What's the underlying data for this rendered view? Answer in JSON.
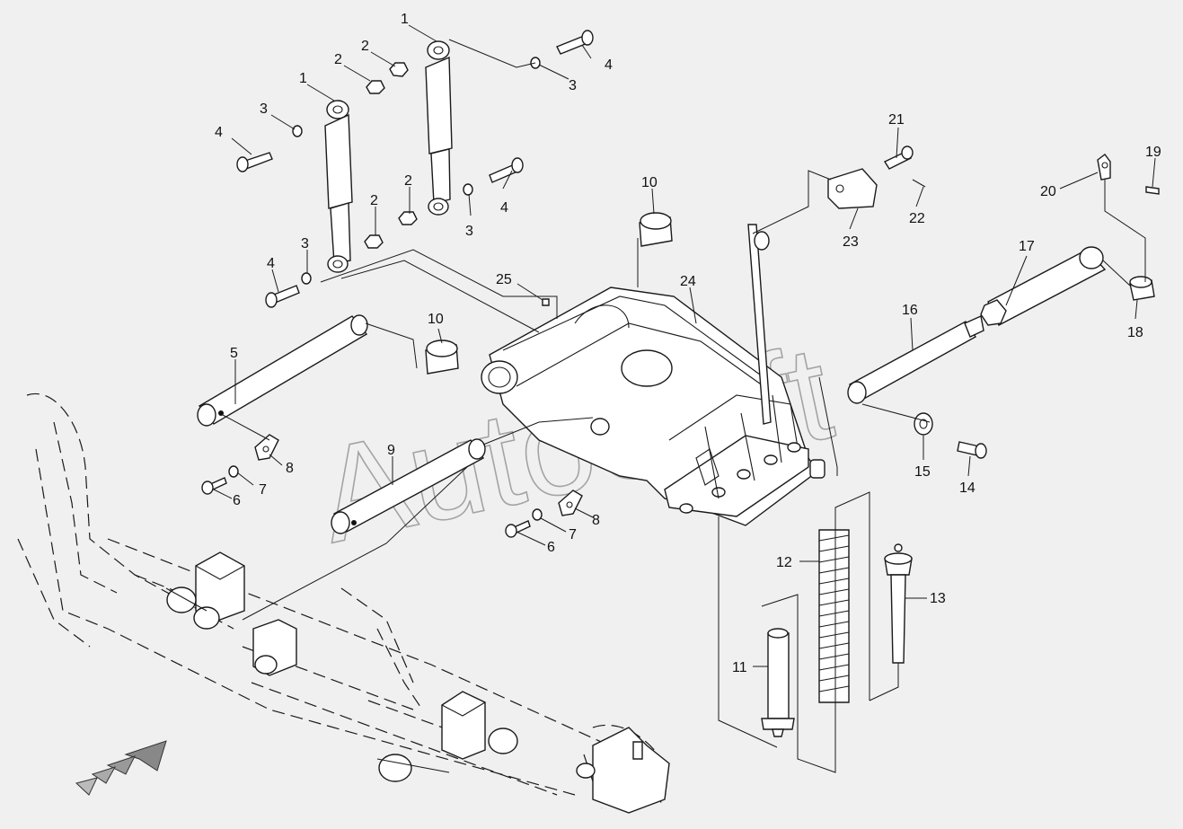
{
  "watermark": "AutoSoft",
  "callouts": [
    {
      "id": "c-1a",
      "text": "1"
    },
    {
      "id": "c-1b",
      "text": "1"
    },
    {
      "id": "c-2a",
      "text": "2"
    },
    {
      "id": "c-2b",
      "text": "2"
    },
    {
      "id": "c-2c",
      "text": "2"
    },
    {
      "id": "c-2d",
      "text": "2"
    },
    {
      "id": "c-3a",
      "text": "3"
    },
    {
      "id": "c-3b",
      "text": "3"
    },
    {
      "id": "c-3c",
      "text": "3"
    },
    {
      "id": "c-3d",
      "text": "3"
    },
    {
      "id": "c-4a",
      "text": "4"
    },
    {
      "id": "c-4b",
      "text": "4"
    },
    {
      "id": "c-4c",
      "text": "4"
    },
    {
      "id": "c-4d",
      "text": "4"
    },
    {
      "id": "c-5",
      "text": "5"
    },
    {
      "id": "c-6a",
      "text": "6"
    },
    {
      "id": "c-6b",
      "text": "6"
    },
    {
      "id": "c-7a",
      "text": "7"
    },
    {
      "id": "c-7b",
      "text": "7"
    },
    {
      "id": "c-8a",
      "text": "8"
    },
    {
      "id": "c-8b",
      "text": "8"
    },
    {
      "id": "c-9",
      "text": "9"
    },
    {
      "id": "c-10a",
      "text": "10"
    },
    {
      "id": "c-10b",
      "text": "10"
    },
    {
      "id": "c-11",
      "text": "11"
    },
    {
      "id": "c-12",
      "text": "12"
    },
    {
      "id": "c-13",
      "text": "13"
    },
    {
      "id": "c-14",
      "text": "14"
    },
    {
      "id": "c-15",
      "text": "15"
    },
    {
      "id": "c-16",
      "text": "16"
    },
    {
      "id": "c-17",
      "text": "17"
    },
    {
      "id": "c-18",
      "text": "18"
    },
    {
      "id": "c-19",
      "text": "19"
    },
    {
      "id": "c-20",
      "text": "20"
    },
    {
      "id": "c-21",
      "text": "21"
    },
    {
      "id": "c-22",
      "text": "22"
    },
    {
      "id": "c-23",
      "text": "23"
    },
    {
      "id": "c-24",
      "text": "24"
    },
    {
      "id": "c-25",
      "text": "25"
    }
  ]
}
